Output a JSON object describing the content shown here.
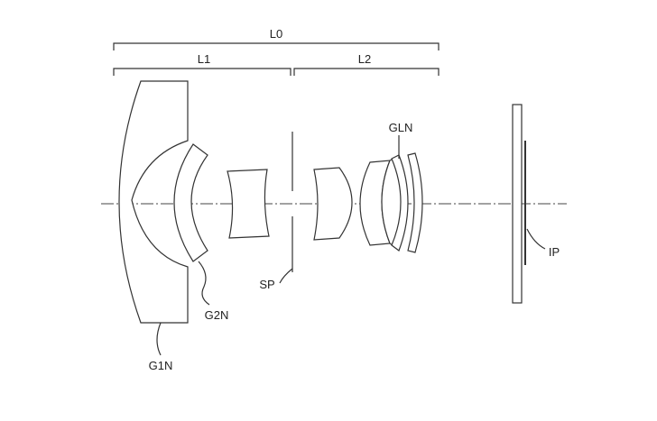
{
  "labels": {
    "overall_group": "L0",
    "front_group": "L1",
    "rear_group": "L2",
    "first_lens": "G1N",
    "second_lens": "G2N",
    "stop": "SP",
    "rear_element": "GLN",
    "image_plane": "IP"
  }
}
